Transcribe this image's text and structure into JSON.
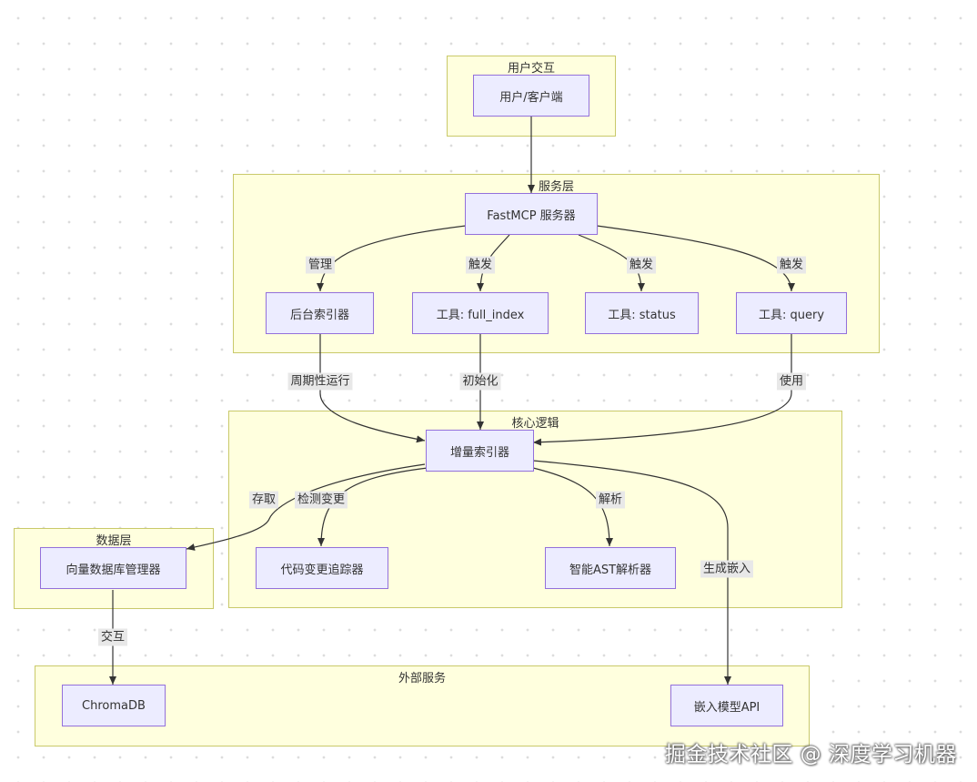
{
  "groups": {
    "user": "用户交互",
    "service": "服务层",
    "core": "核心逻辑",
    "data": "数据层",
    "external": "外部服务"
  },
  "nodes": {
    "client": "用户/客户端",
    "fastmcp": "FastMCP 服务器",
    "bg_indexer": "后台索引器",
    "full_index": "工具: full_index",
    "status": "工具: status",
    "query": "工具: query",
    "incremental": "增量索引器",
    "change_tracker": "代码变更追踪器",
    "ast_parser": "智能AST解析器",
    "vector_db": "向量数据库管理器",
    "chromadb": "ChromaDB",
    "embed_api": "嵌入模型API"
  },
  "edge_labels": {
    "manage": "管理",
    "trigger1": "触发",
    "trigger2": "触发",
    "trigger3": "触发",
    "periodic": "周期性运行",
    "init": "初始化",
    "use": "使用",
    "store": "存取",
    "detect": "检测变更",
    "parse": "解析",
    "embed": "生成嵌入",
    "interact": "交互"
  },
  "watermark": "掘金技术社区 @ 深度学习机器",
  "colors": {
    "group_fill": "#ffffde",
    "group_border": "#c9c96a",
    "node_fill": "#ececff",
    "node_border": "#9370db",
    "edge": "#333333"
  }
}
